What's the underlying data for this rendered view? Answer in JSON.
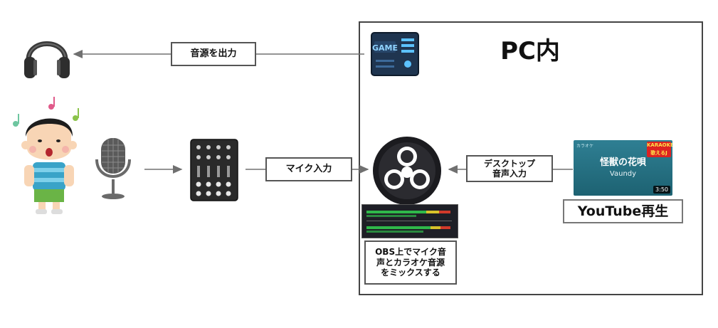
{
  "pc_section": {
    "title": "PC内"
  },
  "labels": {
    "output": "音源を出力",
    "mic_input": "マイク入力",
    "desktop_audio": "デスクトップ\n音声入力",
    "youtube": "YouTube再生",
    "obs_mix": "OBS上でマイク音\n声とカラオケ音源\nをミックスする"
  },
  "pc_tower": {
    "badge": "GAME"
  },
  "youtube_thumb": {
    "title": "怪獣の花唄",
    "artist": "Vaundy",
    "duration": "3:50",
    "badge": "KARAOKE 歌えるJ",
    "corner": "カラオケ"
  },
  "colors": {
    "arrow": "#707070",
    "box_border": "#555555",
    "obs_bg": "#1b1b1f",
    "thumb_bg": "#2a7a8d",
    "meter_green": "#2fb84a",
    "meter_yellow": "#d8c22a",
    "meter_red": "#d23a2a"
  },
  "icons": [
    "headphones-icon",
    "singing-child-icon",
    "music-note-icon",
    "microphone-icon",
    "audio-mixer-icon",
    "gaming-pc-icon",
    "obs-logo-icon",
    "audio-meter-icon"
  ]
}
